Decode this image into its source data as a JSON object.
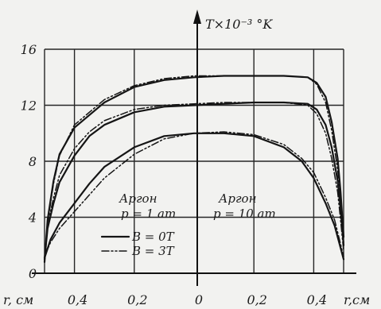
{
  "chart_data": {
    "type": "line",
    "title": "",
    "ylabel": "T×10⁻³ °K",
    "xlabel_left": "r, см",
    "xlabel_right": "r,см",
    "x_tick_labels": [
      "0,4",
      "0,2",
      "0",
      "0,2",
      "0,4"
    ],
    "y_tick_labels": [
      "0",
      "4",
      "8",
      "12",
      "16"
    ],
    "ylim": [
      0,
      16
    ],
    "xlim": [
      -0.5,
      0.5
    ],
    "grid": true,
    "annotations": {
      "left_gas": "Аргон",
      "left_pressure": "p = 1 ат",
      "right_gas": "Аргон",
      "right_pressure": "p = 10 ат"
    },
    "legend": [
      {
        "label": "B = 0T",
        "style": "solid"
      },
      {
        "label": "B = 3T",
        "style": "dash-dot"
      }
    ],
    "series": [
      {
        "label": "B = 0T",
        "style": "solid",
        "points": [
          [
            -0.5,
            0.8
          ],
          [
            -0.49,
            3.8
          ],
          [
            -0.47,
            6.6
          ],
          [
            -0.45,
            8.5
          ],
          [
            -0.4,
            10.4
          ],
          [
            -0.3,
            12.2
          ],
          [
            -0.2,
            13.3
          ],
          [
            -0.1,
            13.8
          ],
          [
            0,
            14.0
          ],
          [
            0.1,
            14.1
          ],
          [
            0.2,
            14.1
          ],
          [
            0.3,
            14.1
          ],
          [
            0.38,
            14.0
          ],
          [
            0.41,
            13.6
          ],
          [
            0.44,
            12.6
          ],
          [
            0.46,
            10.8
          ],
          [
            0.48,
            8.2
          ],
          [
            0.49,
            5.8
          ],
          [
            0.5,
            2.6
          ]
        ]
      },
      {
        "label": "B = 3T",
        "style": "dash-dot",
        "points": [
          [
            -0.5,
            0.8
          ],
          [
            -0.49,
            3.6
          ],
          [
            -0.47,
            6.4
          ],
          [
            -0.45,
            8.4
          ],
          [
            -0.4,
            10.6
          ],
          [
            -0.3,
            12.4
          ],
          [
            -0.2,
            13.4
          ],
          [
            -0.1,
            13.9
          ],
          [
            0,
            14.1
          ],
          [
            0.1,
            14.1
          ],
          [
            0.2,
            14.1
          ],
          [
            0.3,
            14.1
          ],
          [
            0.38,
            14.0
          ],
          [
            0.41,
            13.5
          ],
          [
            0.44,
            12.2
          ],
          [
            0.46,
            10.2
          ],
          [
            0.48,
            7.4
          ],
          [
            0.49,
            5.0
          ],
          [
            0.5,
            2.2
          ]
        ]
      },
      {
        "label": "B = 0T",
        "style": "solid",
        "points": [
          [
            -0.5,
            1.0
          ],
          [
            -0.49,
            3.2
          ],
          [
            -0.47,
            5.0
          ],
          [
            -0.45,
            6.5
          ],
          [
            -0.4,
            8.4
          ],
          [
            -0.35,
            9.8
          ],
          [
            -0.3,
            10.6
          ],
          [
            -0.2,
            11.5
          ],
          [
            -0.1,
            11.9
          ],
          [
            0,
            12.0
          ],
          [
            0.1,
            12.1
          ],
          [
            0.2,
            12.2
          ],
          [
            0.3,
            12.2
          ],
          [
            0.38,
            12.1
          ],
          [
            0.41,
            11.7
          ],
          [
            0.44,
            10.6
          ],
          [
            0.46,
            9.0
          ],
          [
            0.48,
            6.6
          ],
          [
            0.49,
            4.6
          ],
          [
            0.5,
            2.0
          ]
        ]
      },
      {
        "label": "B = 3T",
        "style": "dash-dot",
        "points": [
          [
            -0.5,
            1.0
          ],
          [
            -0.49,
            3.4
          ],
          [
            -0.47,
            5.4
          ],
          [
            -0.45,
            7.0
          ],
          [
            -0.4,
            8.9
          ],
          [
            -0.35,
            10.1
          ],
          [
            -0.3,
            10.9
          ],
          [
            -0.2,
            11.7
          ],
          [
            -0.1,
            12.0
          ],
          [
            0,
            12.1
          ],
          [
            0.1,
            12.2
          ],
          [
            0.2,
            12.2
          ],
          [
            0.3,
            12.2
          ],
          [
            0.38,
            12.0
          ],
          [
            0.41,
            11.4
          ],
          [
            0.44,
            10.0
          ],
          [
            0.46,
            8.2
          ],
          [
            0.48,
            5.8
          ],
          [
            0.49,
            3.8
          ],
          [
            0.5,
            1.6
          ]
        ]
      },
      {
        "label": "B = 0T",
        "style": "solid",
        "points": [
          [
            -0.5,
            1.1
          ],
          [
            -0.48,
            2.4
          ],
          [
            -0.45,
            3.6
          ],
          [
            -0.4,
            5.0
          ],
          [
            -0.35,
            6.4
          ],
          [
            -0.3,
            7.6
          ],
          [
            -0.2,
            9.0
          ],
          [
            -0.1,
            9.8
          ],
          [
            0,
            10.0
          ],
          [
            0.1,
            10.0
          ],
          [
            0.2,
            9.8
          ],
          [
            0.3,
            9.0
          ],
          [
            0.36,
            8.0
          ],
          [
            0.4,
            6.8
          ],
          [
            0.44,
            5.0
          ],
          [
            0.47,
            3.4
          ],
          [
            0.5,
            1.0
          ]
        ]
      },
      {
        "label": "B = 3T",
        "style": "dash-dot",
        "points": [
          [
            -0.5,
            1.2
          ],
          [
            -0.48,
            2.2
          ],
          [
            -0.45,
            3.2
          ],
          [
            -0.4,
            4.4
          ],
          [
            -0.35,
            5.6
          ],
          [
            -0.3,
            6.8
          ],
          [
            -0.2,
            8.5
          ],
          [
            -0.1,
            9.6
          ],
          [
            0,
            10.0
          ],
          [
            0.1,
            10.1
          ],
          [
            0.2,
            9.9
          ],
          [
            0.3,
            9.2
          ],
          [
            0.36,
            8.2
          ],
          [
            0.4,
            7.2
          ],
          [
            0.44,
            5.4
          ],
          [
            0.47,
            3.8
          ],
          [
            0.5,
            1.2
          ]
        ]
      }
    ]
  }
}
